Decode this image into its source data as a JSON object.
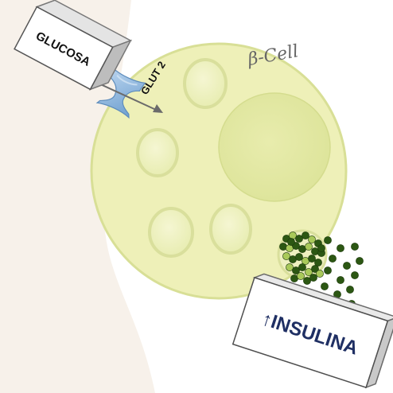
{
  "labels": {
    "glucose_box": "GLUCOSA",
    "transporter": "GLUT 2",
    "cell": "β-Cell",
    "output_box": "INSULINA",
    "output_arrow_glyph": "↑"
  },
  "icons": {
    "transporter": "glut2-transporter-icon",
    "arrow": "arrow-icon",
    "insulin": "insulin-granule-icon"
  },
  "colors": {
    "background": "#ffffff",
    "cell_fill": "#eef0b8",
    "cell_border": "#d3dc8f",
    "nucleus": "#e4e9a2",
    "vesicle": "#f2f4c8",
    "granule_dark": "#2c5713",
    "granule_light": "#a9c95a",
    "tissue": "#f7f1ea",
    "transporter": "#8eb7de",
    "insulina_text": "#1f2f63"
  },
  "insulin_granules": {
    "released_count": 16,
    "in_vesicle_count": 30
  }
}
